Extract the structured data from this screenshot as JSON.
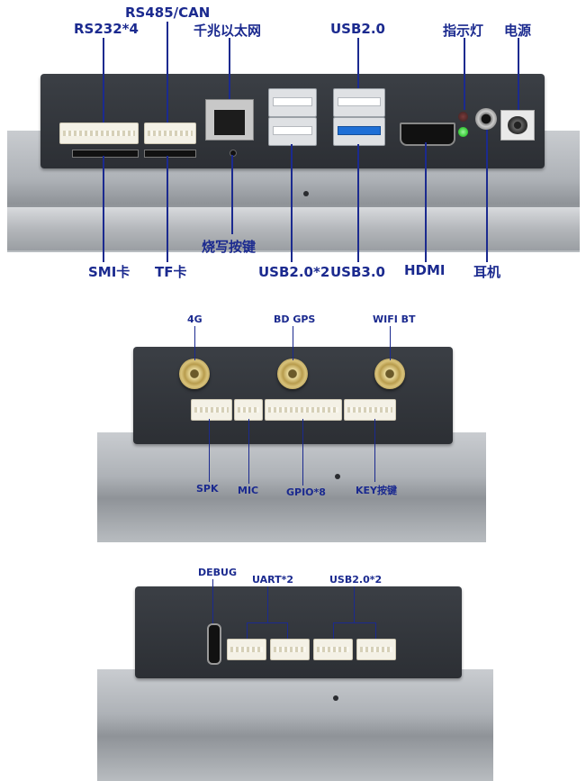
{
  "panel_top": {
    "labels_top": {
      "rs232": "RS232*4",
      "rs485": "RS485/CAN",
      "ethernet": "千兆以太网",
      "usb20": "USB2.0",
      "indicator": "指示灯",
      "power": "电源"
    },
    "labels_bottom": {
      "smi": "SMI卡",
      "tf": "TF卡",
      "burn_key": "烧写按键",
      "usb20x2": "USB2.0*2",
      "usb30": "USB3.0",
      "hdmi": "HDMI",
      "earphone": "耳机"
    }
  },
  "panel_middle": {
    "labels": {
      "lte": "4G",
      "gps": "BD GPS",
      "wifi": "WIFI BT",
      "spk": "SPK",
      "mic": "MIC",
      "gpio": "GPIO*8",
      "key": "KEY按键"
    }
  },
  "panel_bottom": {
    "labels": {
      "debug": "DEBUG",
      "uart": "UART*2",
      "usb20x2": "USB2.0*2"
    }
  },
  "colors": {
    "label": "#1b2a8f",
    "housing": "#34373c",
    "usb3_blue": "#1e6fd6",
    "led_green": "#3fcf3f"
  }
}
